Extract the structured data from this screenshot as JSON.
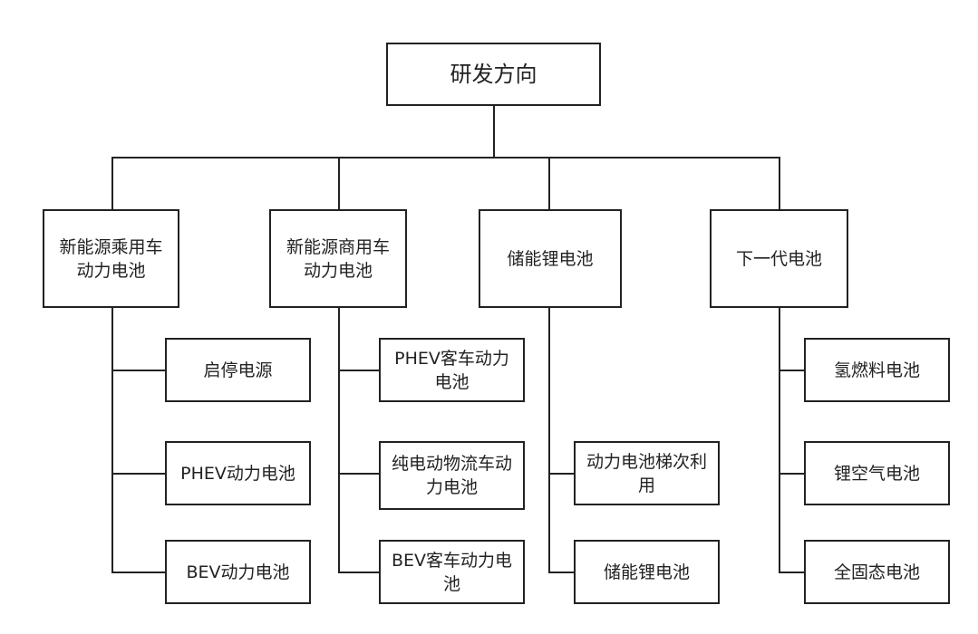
{
  "root": {
    "label": "研发方向"
  },
  "categories": [
    {
      "label": "新能源乘用车动力电池",
      "children": [
        "启停电源",
        "PHEV动力电池",
        "BEV动力电池"
      ]
    },
    {
      "label": "新能源商用车动力电池",
      "children": [
        "PHEV客车动力电池",
        "纯电动物流车动力电池",
        "BEV客车动力电池"
      ]
    },
    {
      "label": "储能锂电池",
      "children": [
        "动力电池梯次利用",
        "储能锂电池"
      ]
    },
    {
      "label": "下一代电池",
      "children": [
        "氢燃料电池",
        "锂空气电池",
        "全固态电池"
      ]
    }
  ],
  "style": {
    "stroke": "#222222",
    "background": "#ffffff"
  }
}
